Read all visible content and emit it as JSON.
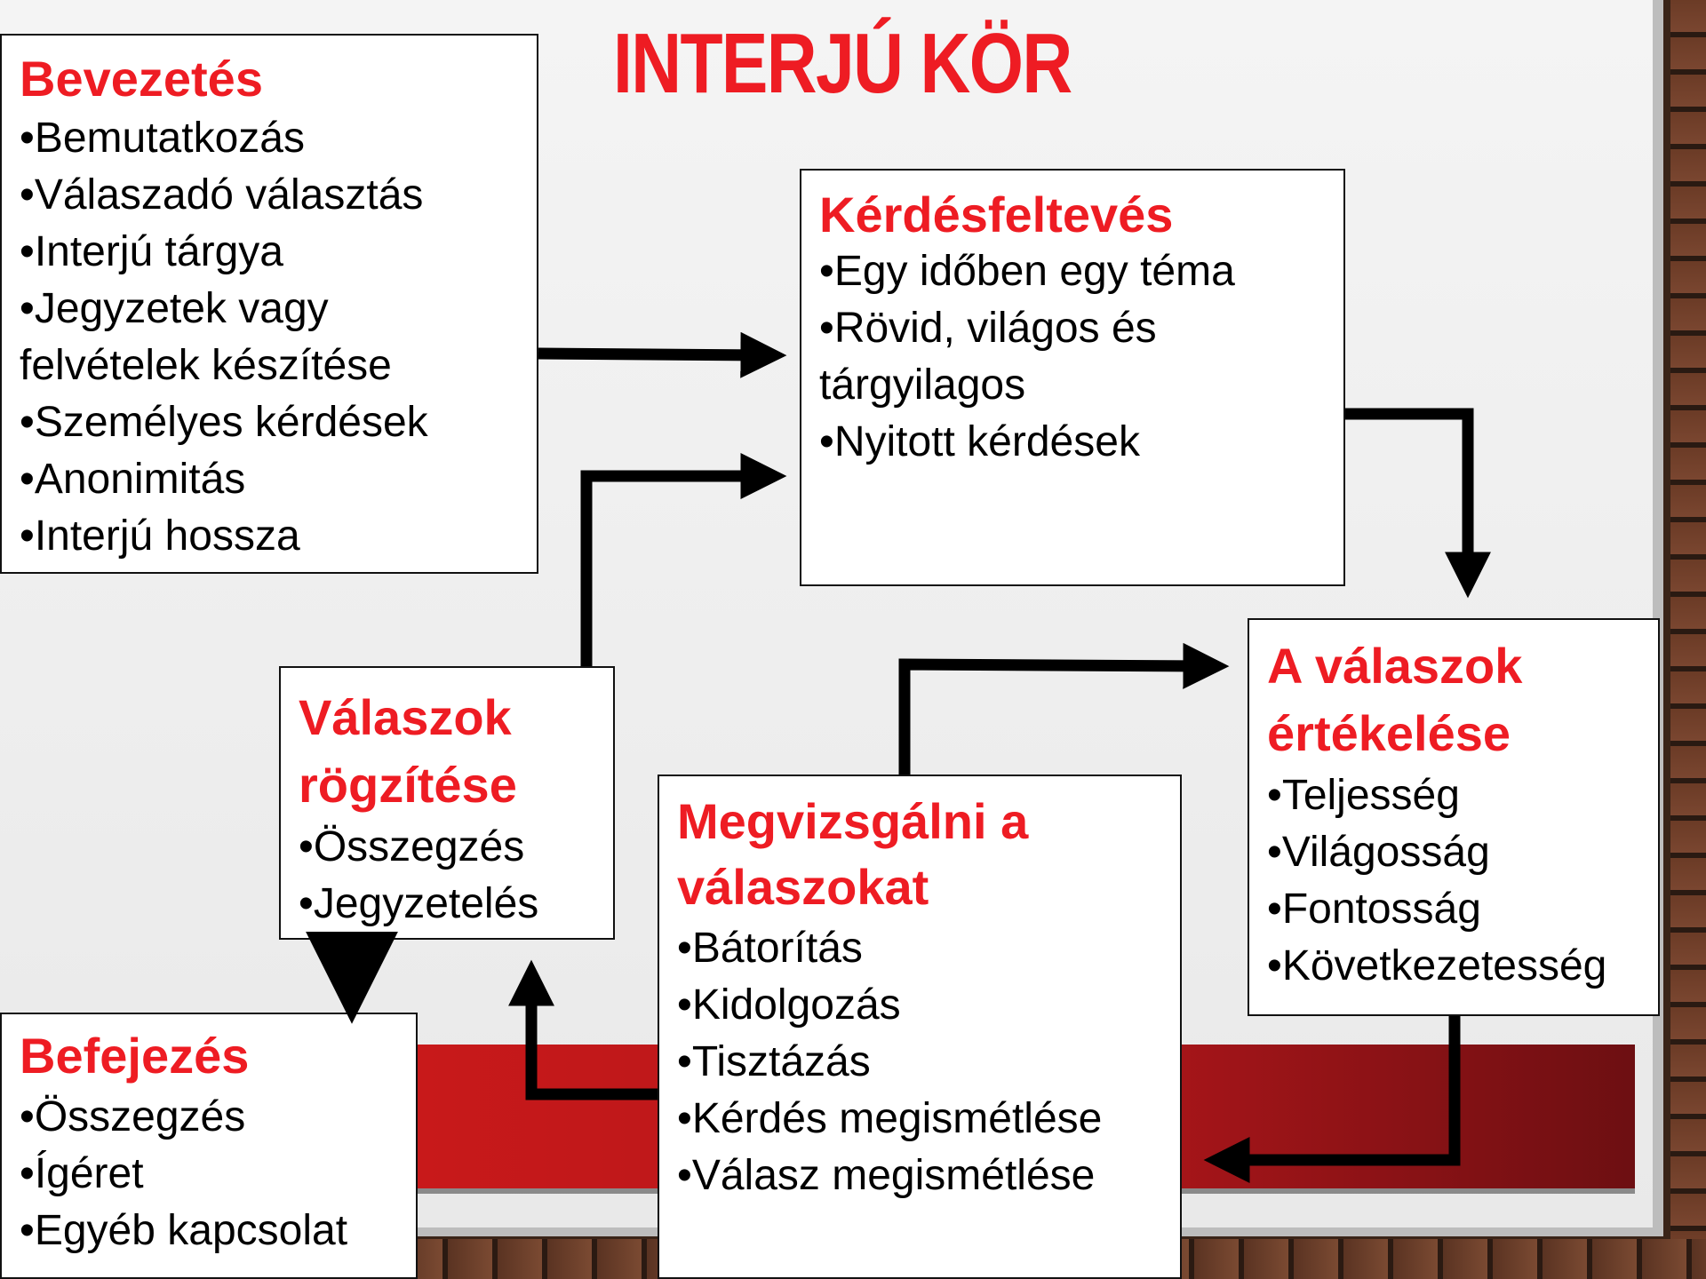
{
  "title": "INTERJÚ KÖR",
  "boxes": {
    "bevezetes": {
      "heading": "Bevezetés",
      "items": [
        "Bemutatkozás",
        "Válaszadó választás",
        "Interjú tárgya",
        "Jegyzetek vagy felvételek készítése",
        "Személyes kérdések",
        "Anonimitás",
        "Interjú hossza"
      ]
    },
    "kerdesfeltevés": {
      "heading": "Kérdésfeltevés",
      "items": [
        "Egy időben egy téma",
        "Rövid, világos és tárgyilagos",
        "Nyitott kérdések"
      ]
    },
    "ertekeles": {
      "heading": "A válaszok értékelése",
      "items": [
        "Teljesség",
        "Világosság",
        "Fontosság",
        "Következetesség"
      ]
    },
    "megvizsgalni": {
      "heading": "Megvizsgálni a válaszokat",
      "items": [
        "Bátorítás",
        "Kidolgozás",
        "Tisztázás",
        "Kérdés megismétlése",
        "Válasz megismétlése"
      ]
    },
    "rogzitese": {
      "heading": "Válaszok rögzítése",
      "items": [
        "Összegzés",
        "Jegyzetelés"
      ]
    },
    "befejezes": {
      "heading": "Befejezés",
      "items": [
        "Összegzés",
        "Ígéret",
        "Egyéb kapcsolat"
      ]
    }
  },
  "colors": {
    "heading": "#ee1c23",
    "band": "#c8191a"
  }
}
